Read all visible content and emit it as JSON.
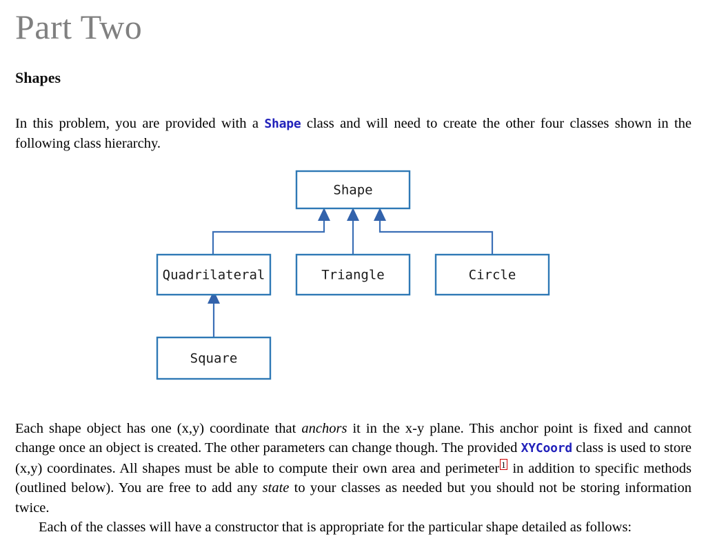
{
  "document": {
    "part_title": "Part Two",
    "section_heading": "Shapes"
  },
  "intro_paragraph": {
    "before_code": "In this problem, you are provided with a ",
    "code": "Shape",
    "after_code": " class and will need to create the other four classes shown in the following class hierarchy."
  },
  "diagram": {
    "title": "class hierarchy",
    "colors": {
      "box_border": "#2e78b5",
      "connector": "#3b6fb6",
      "arrow_head": "#3262ab",
      "box_fill": "#ffffff"
    },
    "nodes": [
      {
        "id": "shape",
        "label": "Shape"
      },
      {
        "id": "quadrilateral",
        "label": "Quadrilateral"
      },
      {
        "id": "triangle",
        "label": "Triangle"
      },
      {
        "id": "circle",
        "label": "Circle"
      },
      {
        "id": "square",
        "label": "Square"
      }
    ],
    "edges": [
      {
        "from": "quadrilateral",
        "to": "shape"
      },
      {
        "from": "triangle",
        "to": "shape"
      },
      {
        "from": "circle",
        "to": "shape"
      },
      {
        "from": "square",
        "to": "quadrilateral"
      }
    ]
  },
  "body_paragraph": {
    "seg1": "Each shape object has one (x,y) coordinate that ",
    "italic1": "anchors",
    "seg2": " it in the x-y plane. This anchor point is fixed and cannot change once an object is created. The other parameters can change though. The provided ",
    "code1": "XYCoord",
    "seg3": " class is used to store (x,y) coordinates. All shapes must be able to compute their own area and perimeter",
    "footnote_marker": "1",
    "seg4": " in addition to specific methods (outlined below). You are free to add any ",
    "italic2": "state",
    "seg5": " to your classes as needed but you should not be storing information twice."
  },
  "closing_paragraph": {
    "text": "Each of the classes will have a constructor that is appropriate for the particular shape detailed as follows:"
  }
}
